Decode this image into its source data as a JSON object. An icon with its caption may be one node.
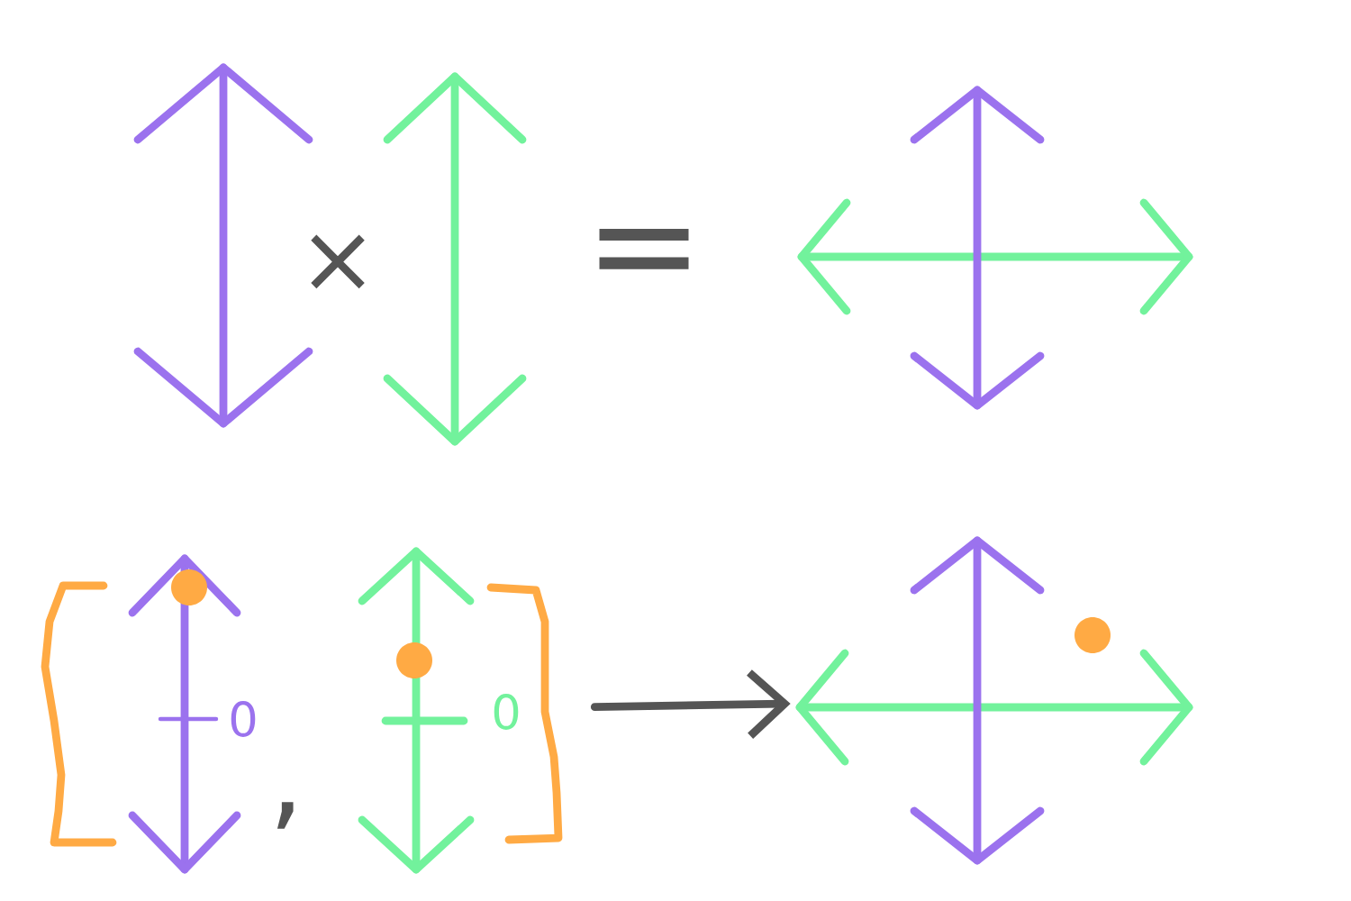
{
  "diagram": {
    "nodes": [
      {
        "text": [],
        "shape": "picture"
      },
      {
        "text": [],
        "shape": "picture"
      },
      {
        "text": [],
        "shape": "picture"
      },
      {
        "text": [],
        "shape": "picture"
      },
      {
        "text": [],
        "shape": "picture",
        "in": 3,
        "beside": [
          "0"
        ]
      },
      {
        "text": [],
        "shape": "picture",
        "in": 3,
        "beside": [
          "0"
        ]
      },
      {
        "text": [],
        "shape": "picture"
      }
    ],
    "edges": [
      {
        "from": 3,
        "to": 6,
        "arrow": "to"
      }
    ],
    "labels": [
      "×",
      "=",
      ","
    ]
  }
}
